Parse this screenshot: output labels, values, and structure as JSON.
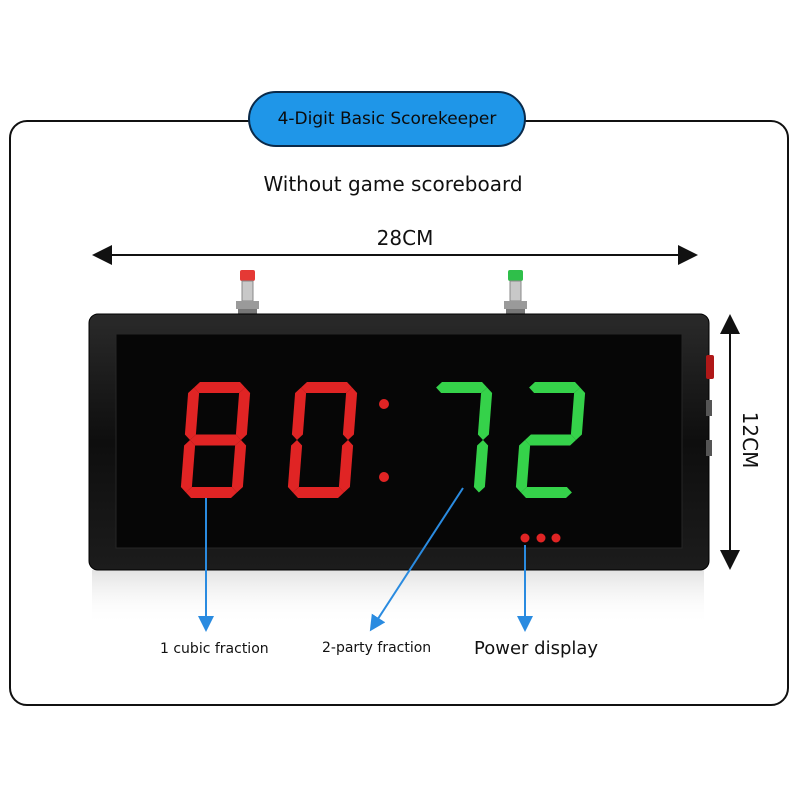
{
  "title": "4-Digit Basic Scorekeeper",
  "subtitle": "Without game scoreboard",
  "dimensions": {
    "width": "28CM",
    "height": "12CM"
  },
  "display": {
    "left_digits": "80",
    "right_digits": "72",
    "left_color": "#e02424",
    "right_color": "#35d24a"
  },
  "callouts": {
    "left": "1 cubic fraction",
    "middle": "2-party fraction",
    "right": "Power display"
  },
  "colors": {
    "accent": "#1f96e8",
    "pointer": "#2a8be0"
  },
  "buttons": [
    "red-push-button",
    "green-push-button"
  ]
}
